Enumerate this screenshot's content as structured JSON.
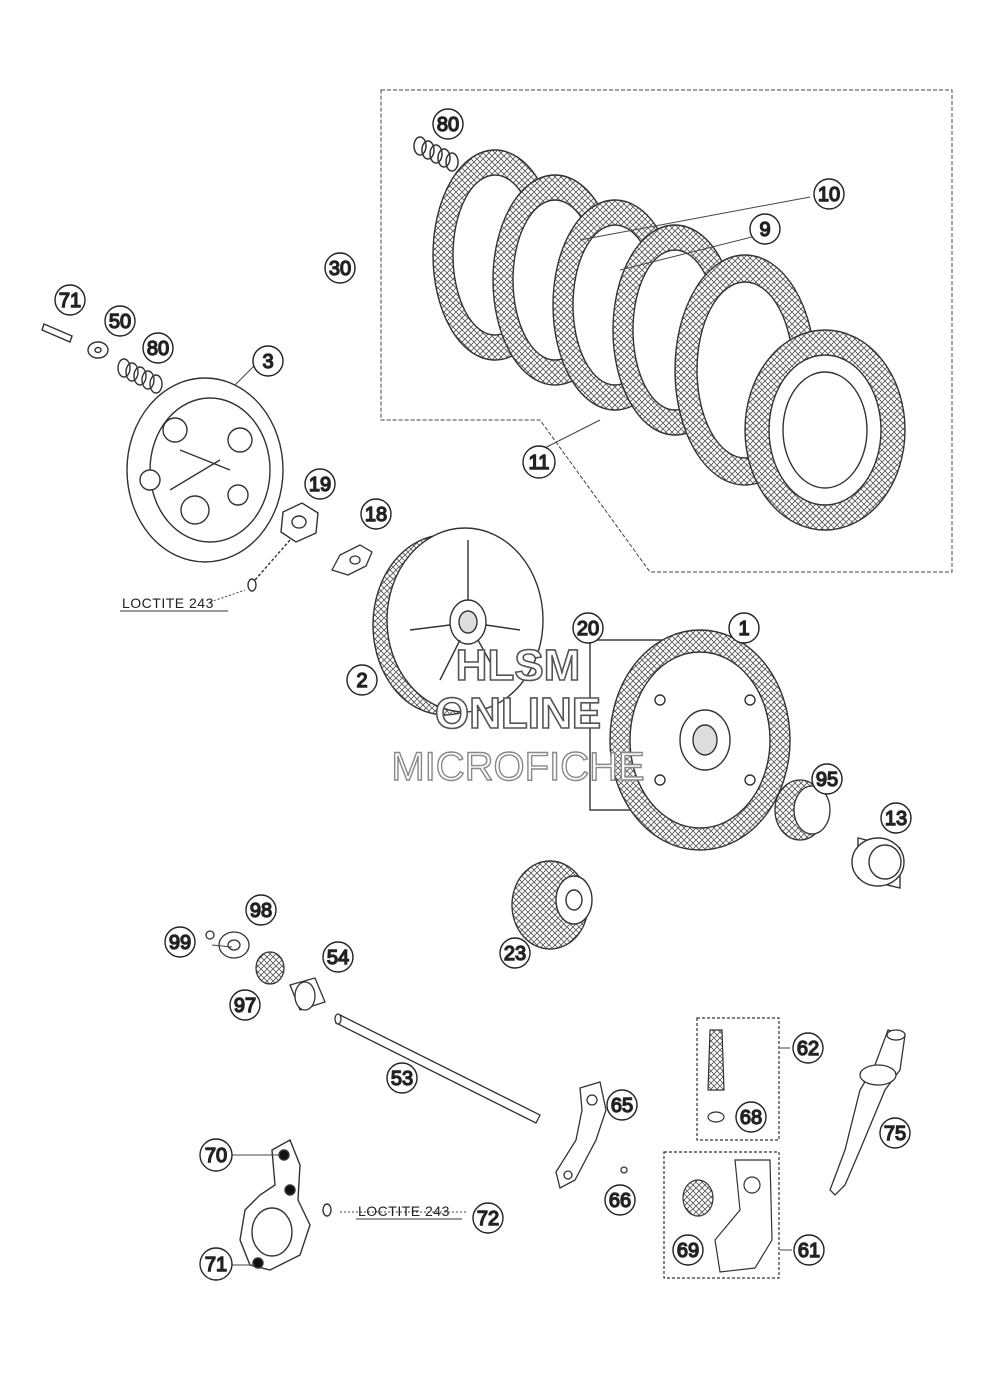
{
  "callouts": {
    "c80a": "80",
    "c10": "10",
    "c9": "9",
    "c30": "30",
    "c71a": "71",
    "c50": "50",
    "c80b": "80",
    "c3": "3",
    "c11": "11",
    "c19": "19",
    "c18": "18",
    "c20": "20",
    "c1": "1",
    "c2": "2",
    "c95": "95",
    "c13": "13",
    "c98": "98",
    "c99": "99",
    "c54": "54",
    "c97": "97",
    "c23": "23",
    "c62": "62",
    "c53": "53",
    "c65": "65",
    "c68": "68",
    "c75": "75",
    "c70": "70",
    "c66": "66",
    "c72": "72",
    "c69": "69",
    "c61": "61",
    "c71b": "71"
  },
  "notes": {
    "loctite_upper": "LOCTITE 243",
    "loctite_lower": "LOCTITE 243"
  },
  "watermark": {
    "line1": "HLSM",
    "line2": "ONLINE",
    "line3": "MICROFICHE"
  },
  "colors": {
    "line": "#333333",
    "watermark_stroke": "#777777"
  }
}
